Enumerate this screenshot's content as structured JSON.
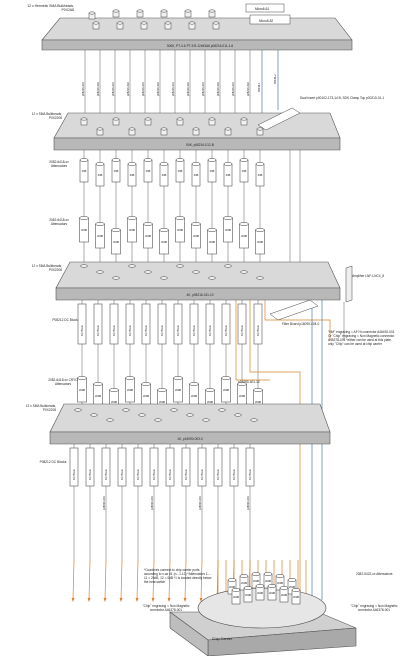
{
  "labels": {
    "top_hermetic": "12 x Hermetic SMA Bulkheads, P0X2A8",
    "top_plate": "300K, PT-4 & PT-5 B 12x53A6 p08216-011-1-6",
    "monitor_a": "Micro8-61",
    "monitor_b": "Micro8-82",
    "dual_insert": "Dual insert p00102-173-14 B, SDK Clamp Top p00210-01-1",
    "bulkheads_2": "12 x SMA Bulkheads, P0X2208",
    "plate_50k": "50K, p08216-012-B",
    "attn_1": "2082-6418-xx Attenuators",
    "attn_2": "2082-6418-xx Attenuators",
    "bulkheads_3": "12 x SMA Bulkheads, P0X2208",
    "plate_4k": "4K, p08216-011-10",
    "amplifier": "Amplifier LNF-LNC4_8",
    "filter_board": "Filter Board p16090-404-0",
    "dc_block_1": "P08212 DC Block",
    "hm_note": "\"HM\" engraving = AF Hi connector A46492-001 Or \"Chip\" engraving = Non Magnetic connector A46378-001 *either can be used at this plate, only \"Chip\" can be used at chip carrier",
    "cable_12": "p16090-401-12",
    "attn_3": "2082-6418-xx CRYO Attenuators",
    "bulkheads_4": "12 x SMA Bulkheads, P0X2208",
    "plate_1k": "1K, p16090-003-0",
    "dc_block_2": "P08212 DC Blocks",
    "coax_note": "*Coaxlines connect to chip carrier ports according to x-ax #1 (n...1-12) *Attenuators 1 – 11 = 20dB, 12 = 0dB *1 is located directly below the heat switch",
    "attn_4": "2082-5422-xx Attenuators",
    "chip_left": "\"Chip\" engraving = Non Magnetic connector A46378-001",
    "chip_right": "\"Chip\" engraving = Non Magnetic connector A46378-001",
    "chip_carrier": "Chip Carrier",
    "dc_block_unit": "DC Block",
    "attn_value": "0dB",
    "attn_20": "20dB",
    "vert_cable": "p08216-401",
    "vert_cable_b": "p08216-402",
    "vert_cable_c": "p16090-401",
    "side_cable_1": "58146-1",
    "side_cable_2": "58146-2"
  }
}
